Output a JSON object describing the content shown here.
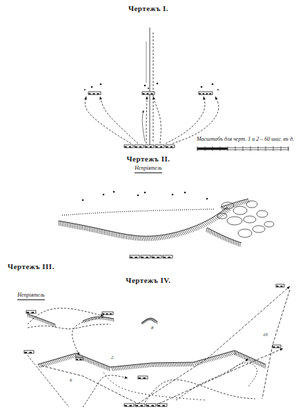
{
  "diagram": {
    "labels": [
      "Чертежъ I.",
      "Чертежъ II.",
      "Непріятель",
      "Масштабъ для черт. 1 и 2 – 60 шаг. въ д.",
      "Чертежъ III.",
      "Непріятель",
      "Чертежъ IV.",
      "2",
      "6",
      "8",
      "10"
    ]
  }
}
